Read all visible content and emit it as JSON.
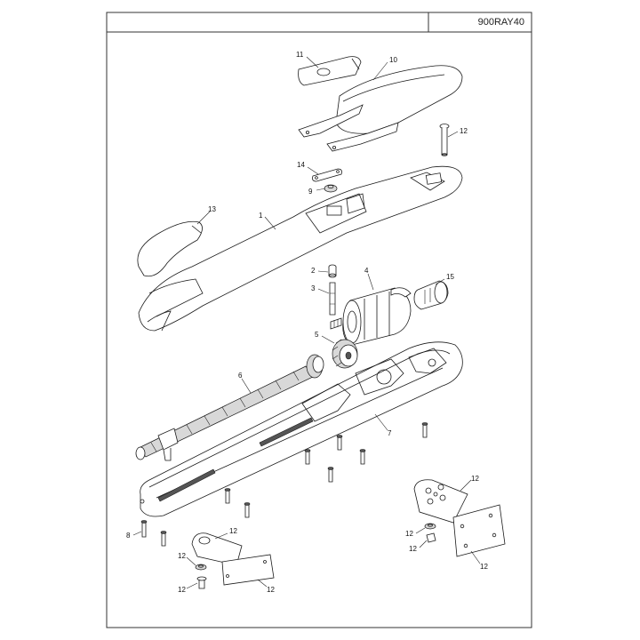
{
  "header": {
    "code": "900RAY40"
  },
  "callouts": {
    "c1": "1",
    "c2": "2",
    "c3": "3",
    "c4": "4",
    "c5": "5",
    "c6": "6",
    "c7": "7",
    "c8": "8",
    "c9": "9",
    "c10": "10",
    "c11": "11",
    "c12a": "12",
    "c12b": "12",
    "c12c": "12",
    "c12d": "12",
    "c12e": "12",
    "c12f": "12",
    "c12g": "12",
    "c12h": "12",
    "c12i": "12",
    "c13": "13",
    "c14": "14",
    "c15": "15"
  }
}
